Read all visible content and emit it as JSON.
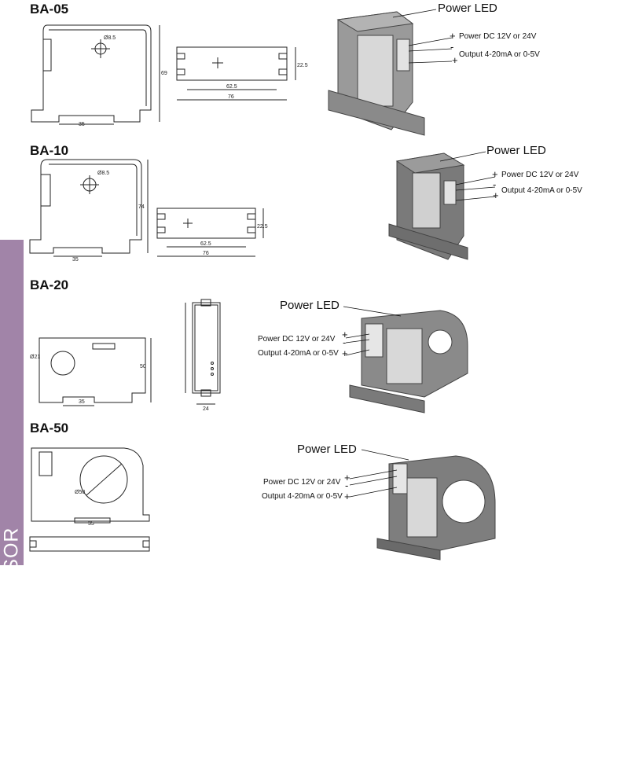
{
  "side_banner": "AC CURRENT SENSOR",
  "sections": [
    {
      "model": "BA-05",
      "power_led": "Power LED",
      "power_label": "Power DC 12V or 24V",
      "output_label": "Output 4-20mA or 0-5V",
      "dims": {
        "hole": "Ø8.5",
        "height": "69",
        "width_small": "35",
        "width_full": "76",
        "mount": "62.5",
        "depth": "22.5"
      }
    },
    {
      "model": "BA-10",
      "power_led": "Power LED",
      "power_label": "Power DC 12V or 24V",
      "output_label": "Output 4-20mA or 0-5V",
      "dims": {
        "hole": "Ø8.5",
        "height": "74",
        "width_small": "35",
        "width_full": "76",
        "mount": "62.5",
        "depth": "22.5"
      }
    },
    {
      "model": "BA-20",
      "power_led": "Power LED",
      "power_label": "Power DC 12V or 24V",
      "output_label": "Output 4-20mA or 0-5V",
      "dims": {
        "hole": "Ø21",
        "height": "50",
        "width_small": "35",
        "width_full": "24"
      }
    },
    {
      "model": "BA-50",
      "power_led": "Power LED",
      "power_label": "Power DC 12V or 24V",
      "output_label": "Output 4-20mA or 0-5V",
      "dims": {
        "hole": "Ø50",
        "width_small": "35"
      }
    }
  ],
  "symbols": {
    "plus": "+",
    "minus": "-"
  },
  "colors": {
    "band": "#a184a8",
    "device": "#8c8c8c",
    "device_dark": "#5e5e5e",
    "line": "#222222"
  }
}
